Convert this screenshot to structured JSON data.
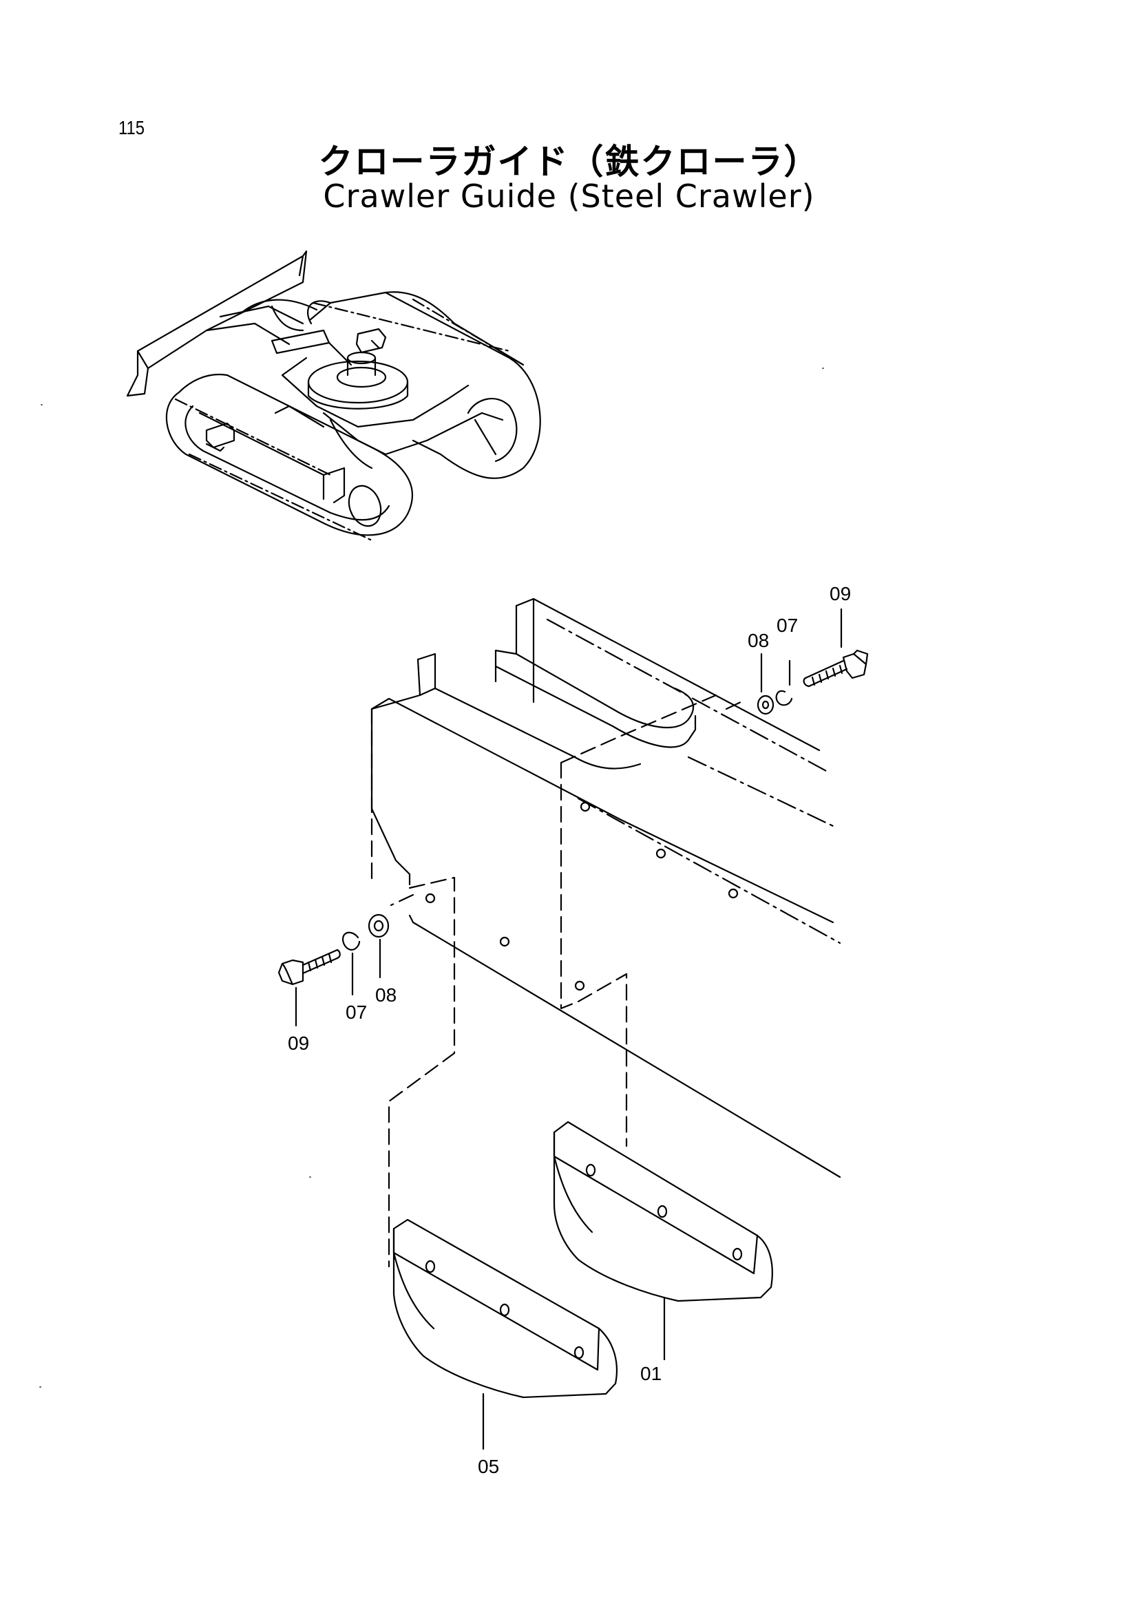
{
  "page_number": "115",
  "title_jp": "クローラガイド（鉄クローラ）",
  "title_en": "Crawler Guide (Steel Crawler)",
  "callouts": [
    "09",
    "08",
    "07",
    "09",
    "07",
    "08",
    "01",
    "05"
  ]
}
